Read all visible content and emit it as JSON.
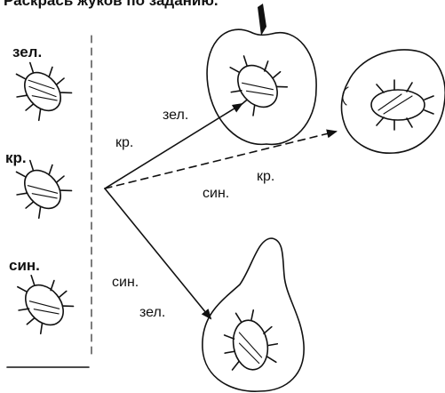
{
  "heading": "Раскрась жуков по заданию.",
  "beetles": {
    "green": {
      "label": "зел."
    },
    "red": {
      "label": "кр."
    },
    "blue": {
      "label": "син."
    }
  },
  "arrows": {
    "to_apple": {
      "label_a": "зел.",
      "label_b": "кр."
    },
    "to_lemon": {
      "label_a": "син.",
      "label_b": "кр."
    },
    "to_pear": {
      "label_a": "син.",
      "label_b": "зел."
    }
  }
}
